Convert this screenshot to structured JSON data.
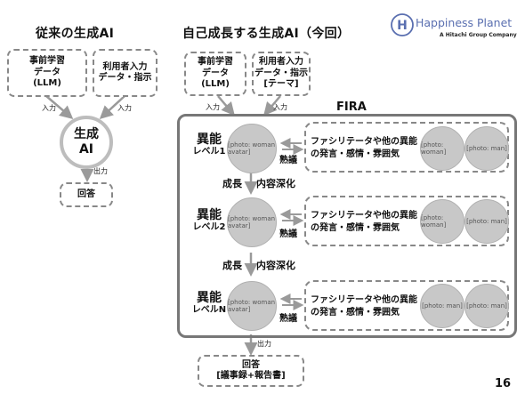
{
  "left": {
    "title": "従来の生成AI",
    "box_pretrain": "事前学習\nデータ\n(LLM)",
    "box_user": "利用者入力\nデータ・指示",
    "input_label_1": "入力",
    "input_label_2": "入力",
    "core": "生成\nAI",
    "output_label": "出力",
    "answer": "回答"
  },
  "right": {
    "title": "自己成長する生成AI（今回）",
    "box_pretrain": "事前学習\nデータ\n(LLM)",
    "box_user": "利用者入力\nデータ・指示\n[テーマ]",
    "input_label_1": "入力",
    "input_label_2": "入力",
    "fira_label": "FIRA",
    "levels": [
      {
        "big": "異能",
        "sub": "レベル1",
        "jukugi": "熟議",
        "fac_text": "ファシリテータや他の異能\nの発言・感情・雰囲気"
      },
      {
        "big": "異能",
        "sub": "レベル2",
        "jukugi": "熟議",
        "fac_text": "ファシリテータや他の異能\nの発言・感情・雰囲気"
      },
      {
        "big": "異能",
        "sub": "レベルN",
        "jukugi": "熟議",
        "fac_text": "ファシリテータや他の異能\nの発言・感情・雰囲気"
      }
    ],
    "growth": [
      {
        "a": "成長",
        "b": "内容深化"
      },
      {
        "a": "成長",
        "b": "内容深化"
      }
    ],
    "output_label": "出力",
    "answer": "回答\n[議事録+報告書]"
  },
  "logo": {
    "name": "Happiness Planet",
    "tagline": "A Hitachi Group Company"
  },
  "page_number": "16",
  "colors": {
    "logo_blue": "#5a6fb0",
    "frame_gray": "#777777",
    "dash_gray": "#888888",
    "arrow_gray": "#999999"
  }
}
